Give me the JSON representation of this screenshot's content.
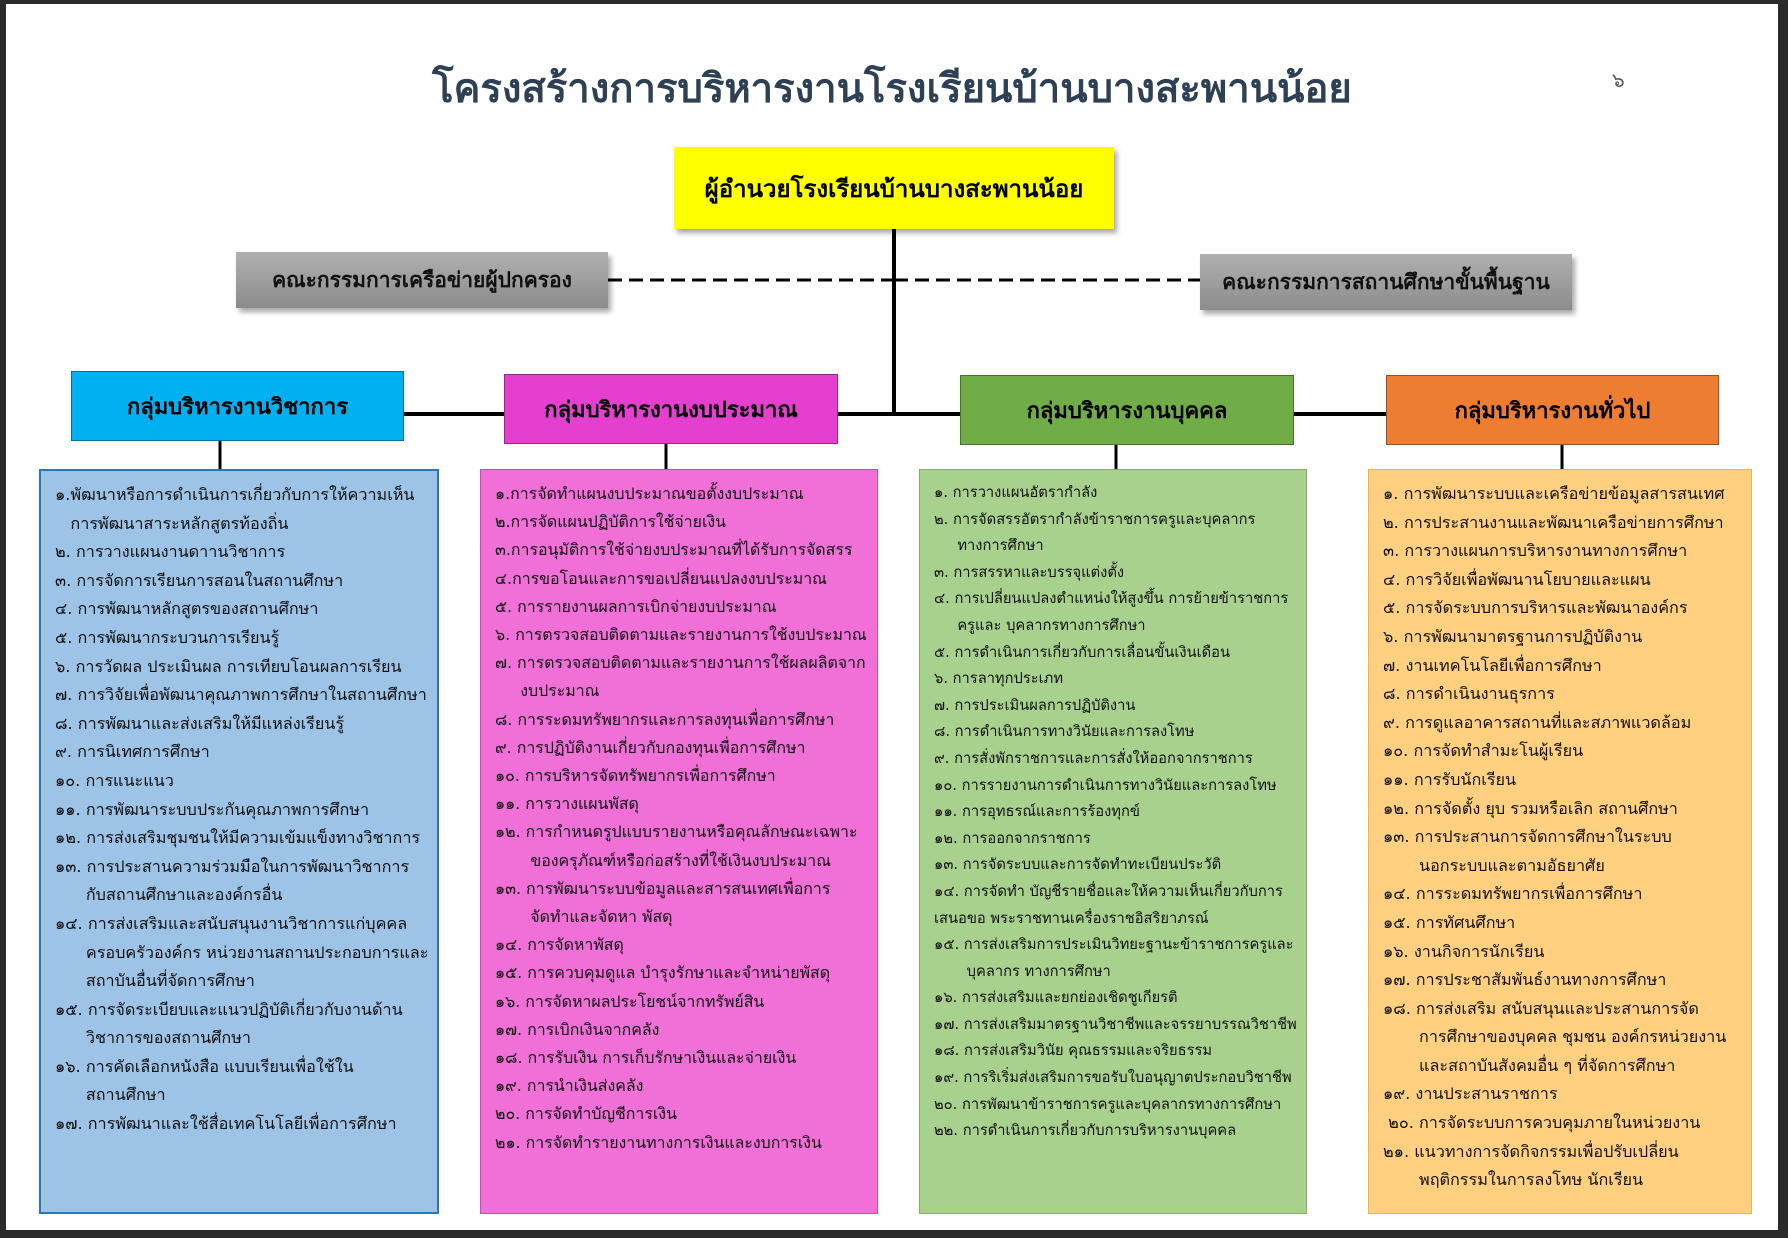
{
  "title": "โครงสร้างการบริหารงานโรงเรียนบ้านบางสะพานน้อย",
  "page_number": "๖",
  "director": "ผู้อำนวยโรงเรียนบ้านบางสะพานน้อย",
  "committees": {
    "left": "คณะกรรมการเครือข่ายผู้ปกครอง",
    "right": "คณะกรรมการสถานศึกษาขั้นพื้นฐาน"
  },
  "colors": {
    "director": "#ffff00",
    "committee": "#a6a6a6",
    "academic": "#00b0f0",
    "budget": "#e43fcf",
    "personnel": "#70ad47",
    "general": "#ed7d31"
  },
  "groups": [
    {
      "label": "กลุ่มบริหารงานวิชาการ",
      "items": [
        "๑.พัฒนาหรือการดำเนินการเกี่ยวกับการให้ความเห็น",
        "   การพัฒนาสาระหลักสูตรท้องถิ่น",
        "๒. การวางแผนงานดาานวิชาการ",
        "๓. การจัดการเรียนการสอนในสถานศึกษา",
        "๔. การพัฒนาหลักสูตรของสถานศึกษา",
        "๕. การพัฒนากระบวนการเรียนรู้",
        "๖. การวัดผล ประเมินผล การเทียบโอนผลการเรียน",
        "๗. การวิจัยเพื่อพัฒนาคุณภาพการศึกษาในสถานศึกษา",
        "๘. การพัฒนาและส่งเสริมให้มีแหล่งเรียนรู้",
        "๙. การนิเทศการศึกษา",
        "๑๐. การแนะแนว",
        "๑๑. การพัฒนาระบบประกันคุณภาพการศึกษา",
        "๑๒. การส่งเสริมชุมชนให้มีความเข้มแข็งทางวิชาการ",
        "๑๓. การประสานความร่วมมือในการพัฒนาวิชาการ",
        "      กับสถานศึกษาและองค์กรอื่น",
        "๑๔. การส่งเสริมและสนับสนุนงานวิชาการแก่บุคคล",
        "      ครอบครัวองค์กร หน่วยงานสถานประกอบการและ",
        "      สถาบันอื่นที่จัดการศึกษา",
        "๑๕. การจัดระเบียบและแนวปฏิบัติเกี่ยวกับงานด้าน",
        "      วิชาการของสถานศึกษา",
        "๑๖. การคัดเลือกหนังสือ แบบเรียนเพื่อใช้ใน",
        "      สถานศึกษา",
        "๑๗. การพัฒนาและใช้สื่อเทคโนโลยีเพื่อการศึกษา"
      ]
    },
    {
      "label": "กลุ่มบริหารงานงบประมาณ",
      "items": [
        "๑.การจัดทำแผนงบประมาณขอตั้งงบประมาณ",
        "๒.การจัดแผนปฏิบัติการใช้จ่ายเงิน",
        "๓.การอนุมัติการใช้จ่ายงบประมาณที่ได้รับการจัดสรร",
        "๔.การขอโอนและการขอเปลี่ยนแปลงงบประมาณ",
        "๕. การรายงานผลการเบิกจ่ายงบประมาณ",
        "๖. การตรวจสอบติดตามและรายงานการใช้งบประมาณ",
        "๗. การตรวจสอบติดตามและรายงานการใช้ผลผลิตจาก",
        "     งบประมาณ",
        "๘. การระดมทรัพยากรและการลงทุนเพื่อการศึกษา",
        "๙. การปฏิบัติงานเกี่ยวกับกองทุนเพื่อการศึกษา",
        "๑๐. การบริหารจัดทรัพยากรเพื่อการศึกษา",
        "๑๑. การวางแผนพัสดุ",
        "๑๒. การกำหนดรูปแบบรายงานหรือคุณลักษณะเฉพาะ",
        "       ของครุภัณฑ์หรือก่อสร้างที่ใช้เงินงบประมาณ",
        "๑๓. การพัฒนาระบบข้อมูลและสารสนเทศเพื่อการ",
        "       จัดทำและจัดหา พัสดุ",
        "๑๔. การจัดหาพัสดุ",
        "๑๕. การควบคุมดูแล บำรุงรักษาและจำหน่ายพัสดุ",
        "๑๖. การจัดหาผลประโยชน์จากทรัพย์สิน",
        "๑๗. การเบิกเงินจากคลัง",
        "๑๘. การรับเงิน การเก็บรักษาเงินและจ่ายเงิน",
        "๑๙. การนำเงินส่งคลัง",
        "๒๐. การจัดทำบัญชีการเงิน",
        "๒๑. การจัดทำรายงานทางการเงินและงบการเงิน"
      ]
    },
    {
      "label": "กลุ่มบริหารงานบุคคล",
      "items": [
        "๑. การวางแผนอัตรากำลัง",
        "๒. การจัดสรรอัตรากำลังข้าราชการครูและบุคลากร",
        "     ทางการศึกษา",
        "๓. การสรรหาและบรรจุแต่งตั้ง",
        "๔. การเปลี่ยนแปลงตำแหน่งให้สูงขึ้น การย้ายข้าราชการ",
        "     ครูและ บุคลากรทางการศึกษา",
        "๕. การดำเนินการเกี่ยวกับการเลื่อนขั้นเงินเดือน",
        "๖. การลาทุกประเภท",
        "๗. การประเมินผลการปฏิบัติงาน",
        "๘. การดำเนินการทางวินัยและการลงโทษ",
        "๙. การสั่งพักราชการและการสั่งให้ออกจากราชการ",
        "๑๐. การรายงานการดำเนินการทางวินัยและการลงโทษ",
        "๑๑. การอุทธรณ์และการร้องทุกข์",
        "๑๒. การออกจากราชการ",
        "๑๓. การจัดระบบและการจัดทำทะเบียนประวัติ",
        "๑๔. การจัดทำ บัญชีรายชื่อและให้ความเห็นเกี่ยวกับการ",
        "เสนอขอ พระราชทานเครื่องราชอิสริยาภรณ์",
        "๑๕. การส่งเสริมการประเมินวิทยะฐานะข้าราชการครูและ",
        "       บุคลากร ทางการศึกษา",
        "๑๖. การส่งเสริมและยกย่องเชิดชูเกียรติ",
        "๑๗. การส่งเสริมมาตรฐานวิชาชีพและจรรยาบรรณวิชาชีพ",
        "๑๘. การส่งเสริมวินัย คุณธรรมและจริยธรรม",
        "๑๙. การริเริ่มส่งเสริมการขอรับใบอนุญาตประกอบวิชาชีพ",
        "๒๐. การพัฒนาข้าราชการครูและบุคลากรทางการศึกษา",
        "๒๒. การดำเนินการเกี่ยวกับการบริหารงานบุคคล"
      ]
    },
    {
      "label": "กลุ่มบริหารงานทั่วไป",
      "items": [
        "๑. การพัฒนาระบบและเครือข่ายข้อมูลสารสนเทศ",
        "๒. การประสานงานและพัฒนาเครือข่ายการศึกษา",
        "๓. การวางแผนการบริหารงานทางการศึกษา",
        "๔. การวิจัยเพื่อพัฒนานโยบายและแผน",
        "๕. การจัดระบบการบริหารและพัฒนาองค์กร",
        "๖. การพัฒนามาตรฐานการปฏิบัติงาน",
        "๗. งานเทคโนโลยีเพื่อการศึกษา",
        "๘. การดำเนินงานธุรการ",
        "๙. การดูแลอาคารสถานที่และสภาพแวดล้อม",
        "๑๐. การจัดทำสำมะโนผู้เรียน",
        "๑๑. การรับนักเรียน",
        "๑๒. การจัดตั้ง ยุบ รวมหรือเลิก สถานศึกษา",
        "๑๓. การประสานการจัดการศึกษาในระบบ",
        "       นอกระบบและตามอัธยาศัย",
        "๑๔. การระดมทรัพยากรเพื่อการศึกษา",
        "๑๕. การทัศนศึกษา",
        "๑๖. งานกิจการนักเรียน",
        "๑๗. การประชาสัมพันธ์งานทางการศึกษา",
        "๑๘. การส่งเสริม สนับสนุนและประสานการจัด",
        "       การศึกษาของบุคคล ชุมชน องค์กรหน่วยงาน",
        "       และสถาบันสังคมอื่น ๆ ที่จัดการศึกษา",
        "๑๙. งานประสานราชการ",
        " ๒๐. การจัดระบบการควบคุมภายในหน่วยงาน",
        "๒๑. แนวทางการจัดกิจกรรมเพื่อปรับเปลี่ยน",
        "       พฤติกรรมในการลงโทษ นักเรียน"
      ]
    }
  ]
}
